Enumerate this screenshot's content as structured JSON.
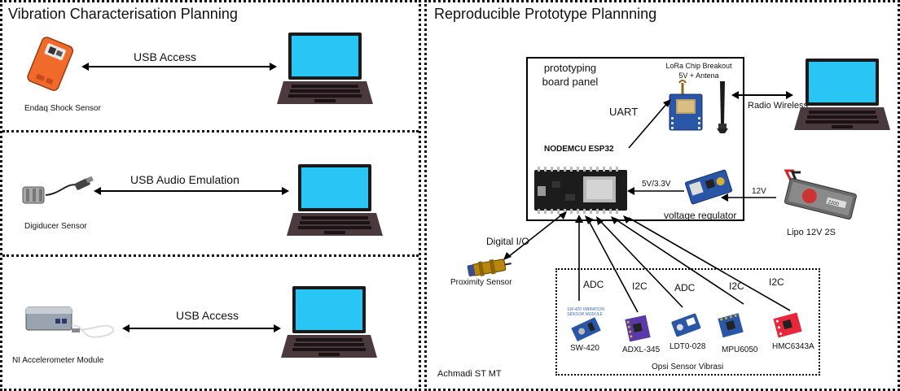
{
  "left_panel": {
    "title": "Vibration Characterisation Planning",
    "rows": [
      {
        "sensor_label": "Endaq Shock Sensor",
        "link_label": "USB Access"
      },
      {
        "sensor_label": "Digiducer Sensor",
        "link_label": "USB Audio Emulation"
      },
      {
        "sensor_label": "NI Accelerometer Module",
        "link_label": "USB Access"
      }
    ]
  },
  "right_panel": {
    "title": "Reproducible Prototype Plannning",
    "board_title_line1": "prototyping",
    "board_title_line2": "board panel",
    "lora_line1": "LoRa Chip Breakout",
    "lora_line2": "5V + Antena",
    "uart_label": "UART",
    "mcu_label": "NODEMCU ESP32",
    "v_label": "5V/3.3V",
    "regulator_label": "voltage regulator",
    "v12_label": "12V",
    "battery_label": "Lipo 12V 2S",
    "radio_label": "Radio Wireless",
    "digital_io_label": "Digital I/O",
    "proximity_label": "Proximity Sensor",
    "sensor_group_label": "Opsi Sensor Vibrasi",
    "author_label": "Achmadi ST MT",
    "battery_print": "2200",
    "sw420_print_line1": "SW-420 VIBRATION",
    "sw420_print_line2": "SENSOR MODULE",
    "sensors": [
      {
        "name": "SW-420",
        "bus": "ADC"
      },
      {
        "name": "ADXL-345",
        "bus": "I2C"
      },
      {
        "name": "LDT0-028",
        "bus": "ADC"
      },
      {
        "name": "MPU6050",
        "bus": "I2C"
      },
      {
        "name": "HMC6343A",
        "bus": "I2C"
      }
    ]
  },
  "colors": {
    "screen": "#29c6f5",
    "laptop_body": "#4a3a3e",
    "endaq": "#f06a2a",
    "board_blue": "#2a56a8",
    "hmc_red": "#e8283a"
  }
}
